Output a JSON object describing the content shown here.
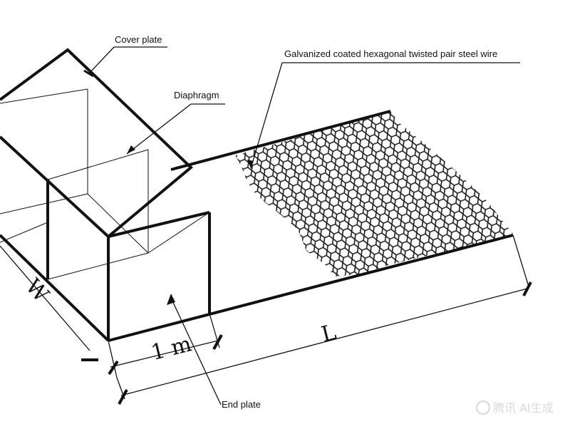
{
  "labels": {
    "cover_plate": "Cover plate",
    "diaphragm": "Diaphragm",
    "wire": "Galvanized coated hexagonal twisted pair steel wire",
    "end_plate": "End plate"
  },
  "dimensions": {
    "width": "W",
    "one_meter": "1 m",
    "length": "L"
  },
  "watermark": "腾讯 AI生成",
  "colors": {
    "stroke": "#111111",
    "mesh": "#1a1a1a",
    "background": "#ffffff",
    "watermark": "#d8d8d8"
  }
}
